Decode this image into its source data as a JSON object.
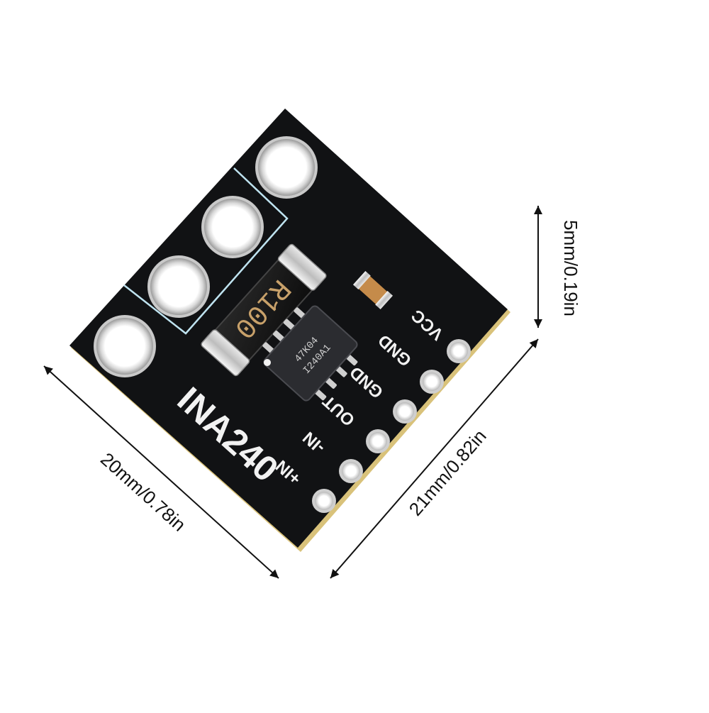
{
  "board": {
    "module_name": "INA240",
    "resistor_marking": "R100",
    "chip_marking_line1": "47K04",
    "chip_marking_line2": "I240A1",
    "pins": [
      "VCC",
      "GND",
      "GND",
      "OUT",
      "-IN",
      "+IN"
    ]
  },
  "dimensions": {
    "width_label": "20mm/0.78in",
    "length_label": "21mm/0.82in",
    "thickness_label": "5mm/0.19in"
  },
  "colors": {
    "pcb": "#111214",
    "silkscreen": "#f2f2f2",
    "outline": "#bfe3f0",
    "gold_edge": "#d9c27a",
    "background": "#ffffff"
  }
}
